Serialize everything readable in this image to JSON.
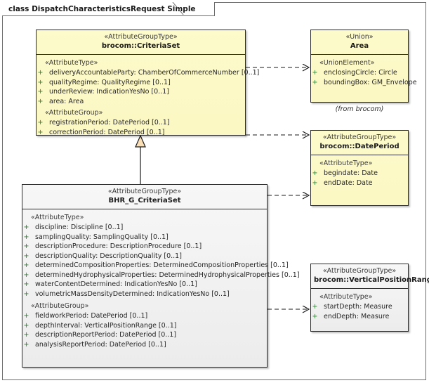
{
  "diagram": {
    "title": "class DispatchCharacteristicsRequest Simple",
    "colors": {
      "class_fill": "#fdfacb",
      "class_fill_grey": "#f2f2f2",
      "border": "#2b2b2b",
      "visibility_plus": "#2e7d32",
      "frame": "#6d6d6d"
    }
  },
  "classes": {
    "criteria_set": {
      "stereotype": "«AttributeGroupType»",
      "name": "brocom::CriteriaSet",
      "sections": [
        {
          "label": "«AttributeType»",
          "attributes": [
            {
              "visibility": "+",
              "text": "deliveryAccountableParty: ChamberOfCommerceNumber [0..1]"
            },
            {
              "visibility": "+",
              "text": "qualityRegime: QualityRegime [0..1]"
            },
            {
              "visibility": "+",
              "text": "underReview: IndicationYesNo [0..1]"
            },
            {
              "visibility": "+",
              "text": "area: Area"
            }
          ]
        },
        {
          "label": "«AttributeGroup»",
          "attributes": [
            {
              "visibility": "+",
              "text": "registrationPeriod: DatePeriod [0..1]"
            },
            {
              "visibility": "+",
              "text": "correctionPeriod: DatePeriod [0..1]"
            }
          ]
        }
      ]
    },
    "bhr_criteria_set": {
      "stereotype": "«AttributeGroupType»",
      "name": "BHR_G_CriteriaSet",
      "sections": [
        {
          "label": "«AttributeType»",
          "attributes": [
            {
              "visibility": "+",
              "text": "discipline: Discipline [0..1]"
            },
            {
              "visibility": "+",
              "text": "samplingQuality: SamplingQuality [0..1]"
            },
            {
              "visibility": "+",
              "text": "descriptionProcedure: DescriptionProcedure [0..1]"
            },
            {
              "visibility": "+",
              "text": "descriptionQuality: DescriptionQuality [0..1]"
            },
            {
              "visibility": "+",
              "text": "determinedCompositionProperties: DeterminedCompositionProperties [0..1]"
            },
            {
              "visibility": "+",
              "text": "determinedHydrophysicalProperties: DeterminedHydrophysicalProperties [0..1]"
            },
            {
              "visibility": "+",
              "text": "waterContentDetermined: IndicationYesNo [0..1]"
            },
            {
              "visibility": "+",
              "text": "volumetricMassDensityDetermined: IndicationYesNo [0..1]"
            }
          ]
        },
        {
          "label": "«AttributeGroup»",
          "attributes": [
            {
              "visibility": "+",
              "text": "fieldworkPeriod: DatePeriod [0..1]"
            },
            {
              "visibility": "+",
              "text": "depthInterval: VerticalPositionRange [0..1]"
            },
            {
              "visibility": "+",
              "text": "descriptionReportPeriod: DatePeriod [0..1]"
            },
            {
              "visibility": "+",
              "text": "analysisReportPeriod: DatePeriod [0..1]"
            }
          ]
        }
      ]
    },
    "area": {
      "stereotype": "«Union»",
      "name": "Area",
      "from_note": "(from brocom)",
      "sections": [
        {
          "label": "«UnionElement»",
          "attributes": [
            {
              "visibility": "+",
              "text": "enclosingCircle: Circle"
            },
            {
              "visibility": "+",
              "text": "boundingBox: GM_Envelope"
            }
          ]
        }
      ]
    },
    "date_period": {
      "stereotype": "«AttributeGroupType»",
      "name": "brocom::DatePeriod",
      "sections": [
        {
          "label": "«AttributeType»",
          "attributes": [
            {
              "visibility": "+",
              "text": "begindate: Date"
            },
            {
              "visibility": "+",
              "text": "endDate: Date"
            }
          ]
        }
      ]
    },
    "vertical_position_range": {
      "stereotype": "«AttributeGroupType»",
      "name": "brocom::VerticalPositionRange",
      "sections": [
        {
          "label": "«AttributeType»",
          "attributes": [
            {
              "visibility": "+",
              "text": "startDepth: Measure"
            },
            {
              "visibility": "+",
              "text": "endDepth: Measure"
            }
          ]
        }
      ]
    }
  },
  "connectors": [
    {
      "name": "dependency-criteriaset-to-area",
      "kind": "dependency"
    },
    {
      "name": "dependency-criteriaset-to-dateperiod",
      "kind": "dependency"
    },
    {
      "name": "dependency-bhr-to-dateperiod",
      "kind": "dependency"
    },
    {
      "name": "dependency-bhr-to-verticalpositionrange",
      "kind": "dependency"
    },
    {
      "name": "generalization-bhr-to-criteriaset",
      "kind": "generalization"
    }
  ]
}
